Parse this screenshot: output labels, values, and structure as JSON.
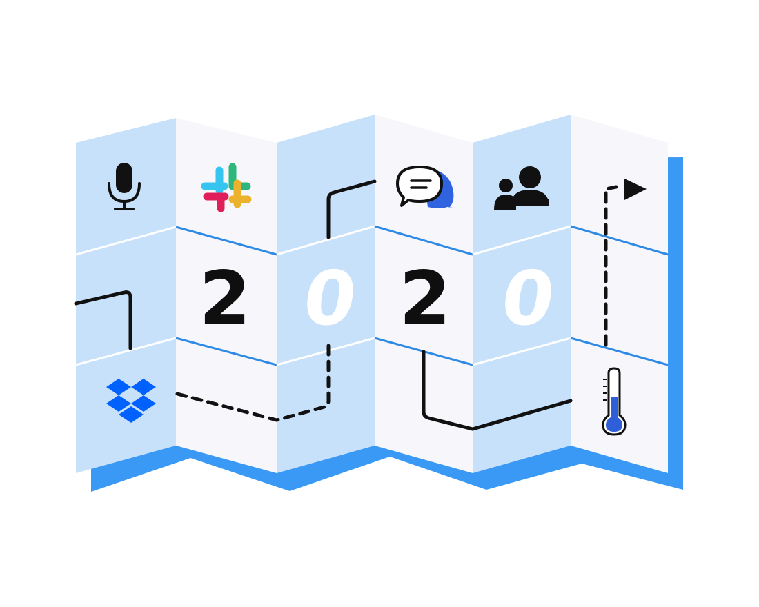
{
  "year_digits": [
    "2",
    "0",
    "2",
    "0"
  ],
  "colors": {
    "shadow": "#3b99f6",
    "panel_blue": "#c7e1fb",
    "panel_white": "#f7f7fb",
    "rule": "#2f8ae6",
    "line": "#111111",
    "digit_dark": "#0f0f0f",
    "digit_light": "#ffffff",
    "dropbox": "#0061fe",
    "chat_back": "#2f63e0",
    "thermo_fill": "#2f5fd8"
  },
  "icons": {
    "microphone": "microphone-icon",
    "slack": "slack-logo-icon",
    "chat": "chat-bubbles-icon",
    "people": "people-icon",
    "dropbox": "dropbox-logo-icon",
    "thermometer": "thermometer-icon",
    "arrow": "arrow-right-icon"
  }
}
